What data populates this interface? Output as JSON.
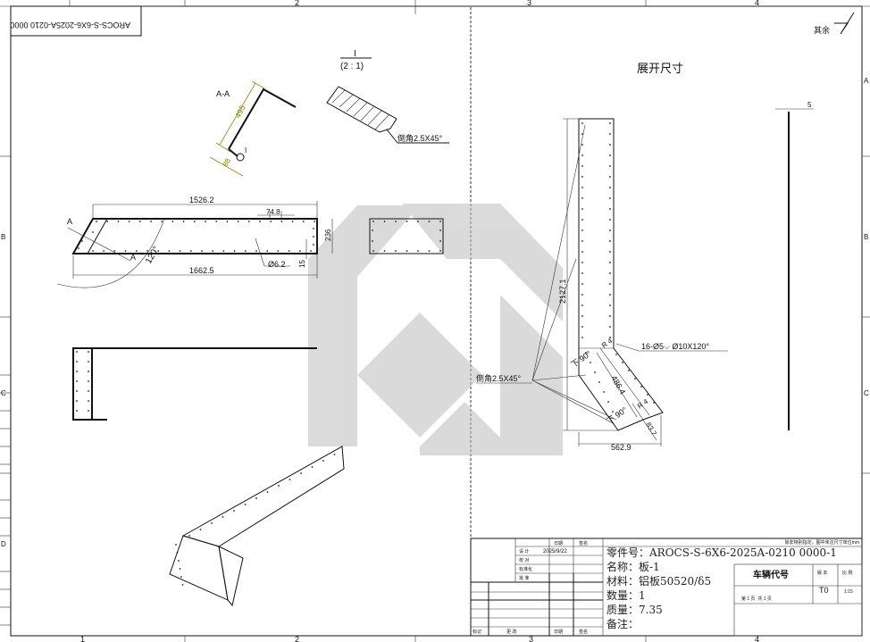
{
  "frame": {
    "zones_top": [
      "2",
      "3",
      "4"
    ],
    "zones_bottom": [
      "1",
      "2",
      "3",
      "4"
    ],
    "zones_left": [
      "B",
      "C",
      "D"
    ],
    "zones_right": [
      "A",
      "B",
      "C"
    ]
  },
  "drawing_number_stamp": "AROCS-S-6X6-2025A-0210 0000",
  "surface_finish": {
    "label": "其余"
  },
  "section_view": {
    "label": "A-A",
    "dim_long": "495",
    "dim_short": "88",
    "detail_marker": "I"
  },
  "detail_view": {
    "label": "I",
    "scale": "(2 : 1)",
    "chamfer": "倒角2.5X45°"
  },
  "front_view": {
    "dim_top": "1526.2",
    "dim_pitch": "74.8",
    "dim_height": "236",
    "dim_bottom": "1662.5",
    "dim_hole": "Ø6.2",
    "dim_edge": "15",
    "dim_angle": "120°",
    "section_mark": "A"
  },
  "flat_pattern": {
    "title": "展开尺寸",
    "dim_length": "2127.1",
    "dim_width": "562.9",
    "dim_slant": "486.4",
    "dim_end": "83.7",
    "bend_1": "下 90°",
    "bend_2": "下 90°",
    "radius_1": "R 4",
    "radius_2": "R 4",
    "hole_note": "16-Ø5⌵ Ø10X120°",
    "chamfer": "倒角2.5X45°",
    "thickness": "5"
  },
  "title_block": {
    "note": "除非特别指定，图中未注尺寸单位mm",
    "header_date": "日期",
    "header_sign": "签名",
    "row_design": "设 计",
    "design_date": "2025/9/22",
    "row_check": "校 对",
    "row_standard": "标准化",
    "row_approve": "批 准",
    "footer_mark": "标记",
    "footer_change": "更 改",
    "footer_date": "日期",
    "footer_sign": "签名",
    "part_no": "零件号：AROCS-S-6X6-2025A-0210 0000-1",
    "name": "名称：板-1",
    "material": "材料：铝板50520/δ5",
    "quantity": "数量：1",
    "mass": "质量：7.35",
    "remark": "备注：",
    "vehicle_code": "车辆代号",
    "version_label": "版 本",
    "scale_label": "比 例",
    "version": "T0",
    "scale": "1:15",
    "sheet": "第 1 页  共 1 页"
  }
}
